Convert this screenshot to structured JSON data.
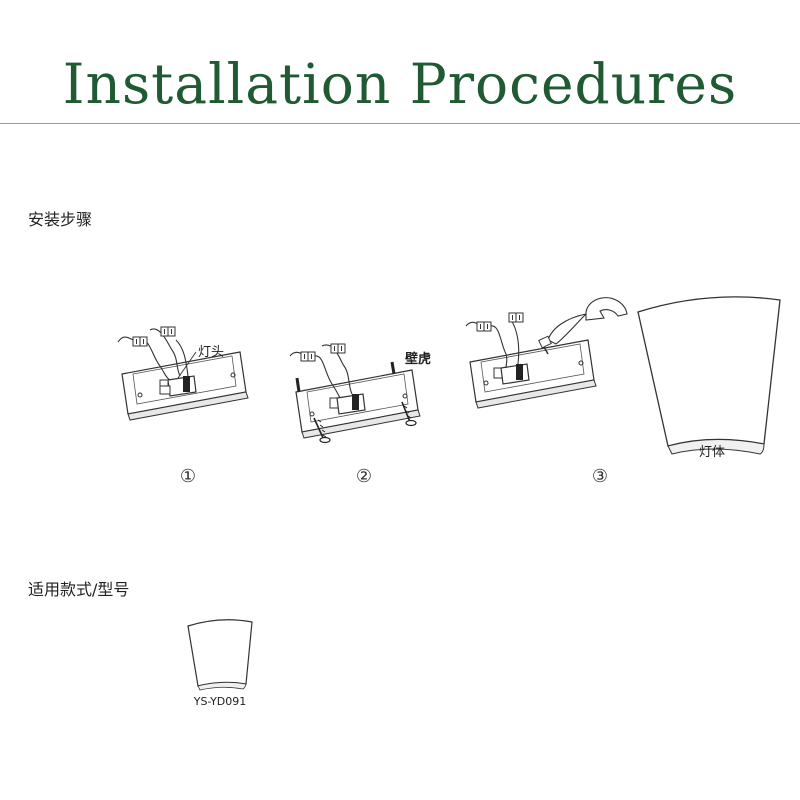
{
  "header": {
    "title": "Installation Procedures"
  },
  "steps_section": {
    "heading": "安装步骤",
    "steps": [
      {
        "number": "①",
        "callout": "灯头"
      },
      {
        "number": "②",
        "callout": "壁虎"
      },
      {
        "number": "③",
        "callout": ""
      }
    ],
    "shade_label": "灯体"
  },
  "models_section": {
    "heading": "适用款式/型号",
    "models": [
      {
        "code": "YS-YD091"
      }
    ]
  },
  "colors": {
    "title": "#1f5a32",
    "line": "#333333",
    "rule": "#9a9a9a"
  }
}
